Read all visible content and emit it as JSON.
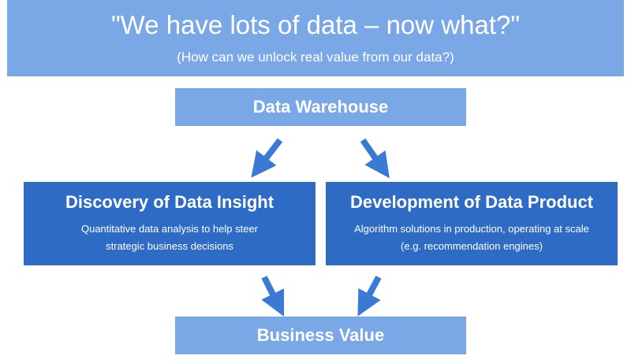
{
  "header": {
    "title": "\"We have lots of data – now what?\"",
    "subtitle": "(How can we unlock real value from our data?)"
  },
  "warehouse": {
    "label": "Data Warehouse"
  },
  "discovery": {
    "heading": "Discovery of Data Insight",
    "desc_line1": "Quantitative data analysis to help steer",
    "desc_line2": "strategic business decisions"
  },
  "product": {
    "heading": "Development of Data Product",
    "desc_line1": "Algorithm solutions in production, operating at scale",
    "desc_line2": "(e.g. recommendation engines)"
  },
  "value": {
    "label": "Business Value"
  },
  "colors": {
    "light_box": "#7aa7e6",
    "dark_box": "#2d6bc4",
    "arrow": "#3a7ad4"
  }
}
